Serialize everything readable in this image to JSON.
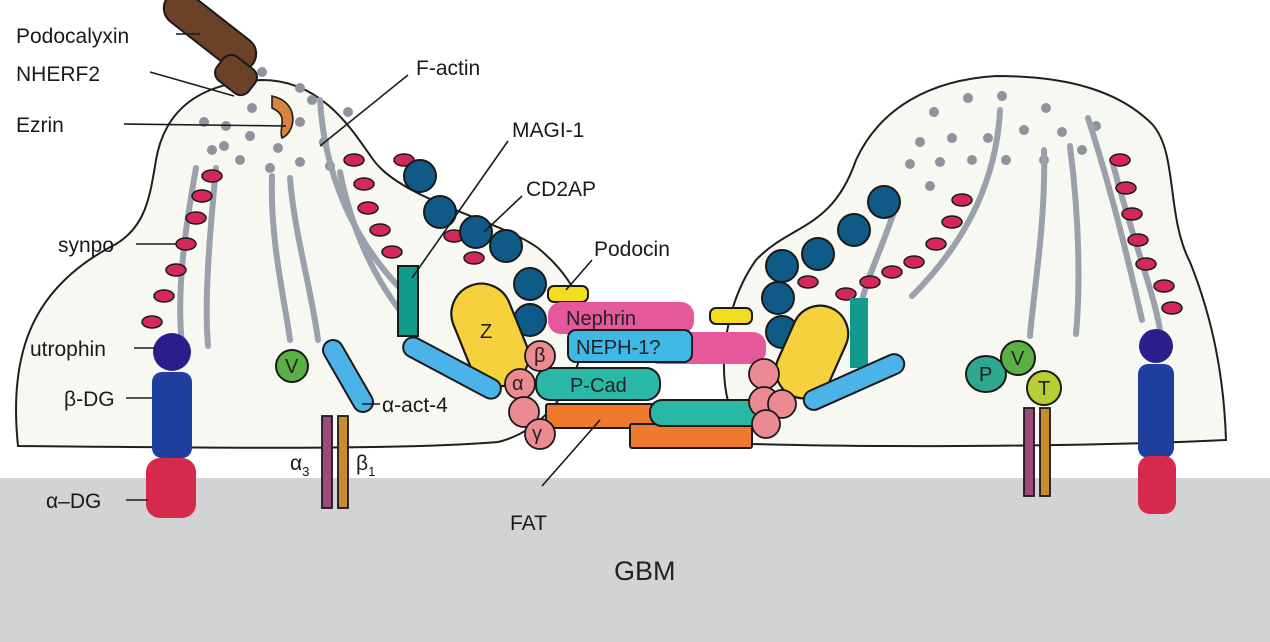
{
  "labels": {
    "podocalyxin": "Podocalyxin",
    "nherf2": "NHERF2",
    "ezrin": "Ezrin",
    "f_actin": "F-actin",
    "magi1": "MAGI-1",
    "cd2ap": "CD2AP",
    "podocin": "Podocin",
    "synpo": "synpo",
    "utrophin": "utrophin",
    "beta_dg": "β-DG",
    "alpha_dg": "α–DG",
    "alpha_act4": "α-act-4",
    "alpha3": "α",
    "alpha3_sub": "3",
    "beta1": "β",
    "beta1_sub": "1",
    "fat": "FAT",
    "gbm": "GBM",
    "nephrin": "Nephrin",
    "neph1": "NEPH-1?",
    "pcad": "P-Cad",
    "z": "Z",
    "v": "V",
    "p": "P",
    "t": "T",
    "cat_alpha": "α",
    "cat_beta": "β",
    "cat_gamma": "γ"
  },
  "colors": {
    "background": "#ffffff",
    "gbm": "#d2d3d5",
    "cell_fill": "#f8f8f3",
    "cell_outline": "#1f1f1f",
    "actin_fiber": "#9aa1ad",
    "actin_dot": "#8e939c",
    "synaptopodin": "#d4275a",
    "podocalyxin": "#6b4228",
    "ezrin": "#d9843a",
    "cd2ap": "#0f5a86",
    "magi1": "#129a8c",
    "zo1": "#f7d13d",
    "podocin": "#f2dd1e",
    "nephrin": "#e5589c",
    "neph1": "#3fb8e6",
    "alpha_actinin": "#4bb3e8",
    "pcadherin": "#2ab8a6",
    "catenin": "#ec8a92",
    "fat": "#ef7a2d",
    "vinculin": "#5bb043",
    "paxillin": "#2ea88f",
    "talin": "#b7cf35",
    "integrin_alpha3": "#9c4a79",
    "integrin_beta1": "#c98a30",
    "utrophin": "#2a1f8a",
    "beta_dystroglycan": "#1f3f9e",
    "alpha_dystroglycan": "#d62a4d"
  }
}
